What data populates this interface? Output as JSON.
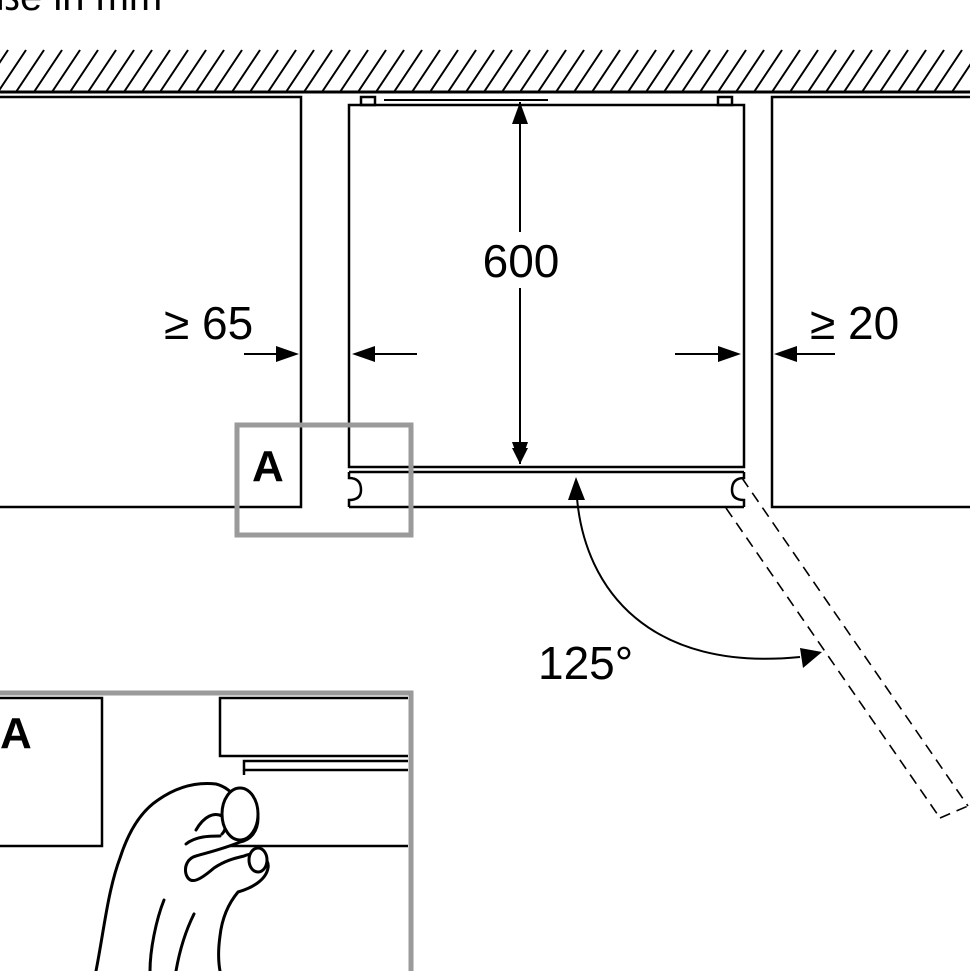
{
  "header": {
    "text": "Maße in mm"
  },
  "dimensions": {
    "height": "600",
    "gap_left": "≥ 65",
    "gap_right": "≥ 20",
    "door_angle": "125°"
  },
  "labels": {
    "detail_marker": "A",
    "detail_title": "A"
  },
  "colors": {
    "line": "#000000",
    "detail_frame": "#9a9a9a",
    "background": "#ffffff"
  }
}
